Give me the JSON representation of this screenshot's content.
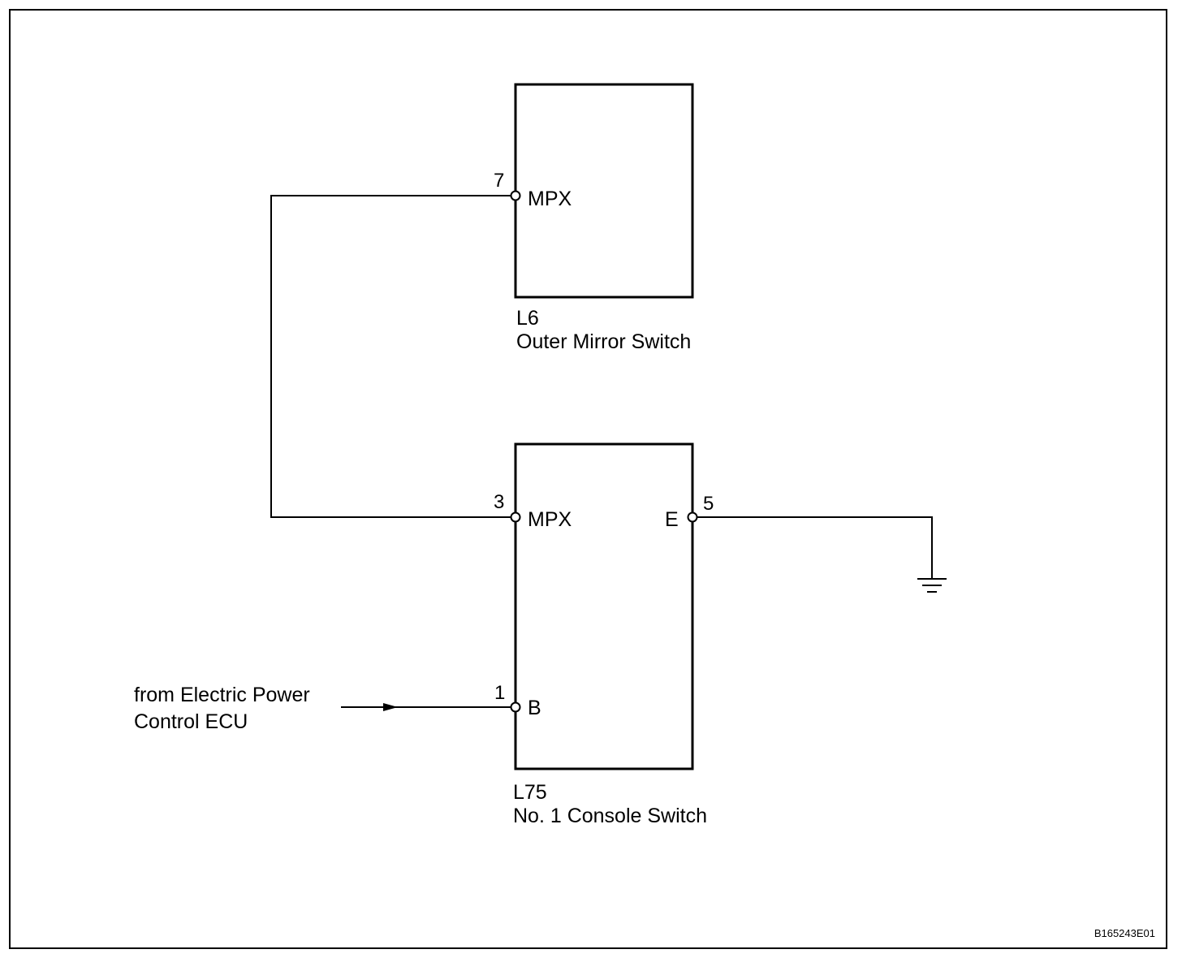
{
  "diagram": {
    "figure_code": "B165243E01",
    "components": {
      "outer_mirror_switch": {
        "connector": "L6",
        "name": "Outer Mirror Switch",
        "pins": {
          "mpx": {
            "number": "7",
            "label": "MPX"
          }
        }
      },
      "console_switch": {
        "connector": "L75",
        "name": "No. 1 Console Switch",
        "pins": {
          "mpx": {
            "number": "3",
            "label": "MPX"
          },
          "e": {
            "number": "5",
            "label": "E"
          },
          "b": {
            "number": "1",
            "label": "B"
          }
        }
      }
    },
    "input_source": {
      "line1": "from Electric Power",
      "line2": "Control ECU"
    },
    "ground_symbol": "ground-icon"
  }
}
